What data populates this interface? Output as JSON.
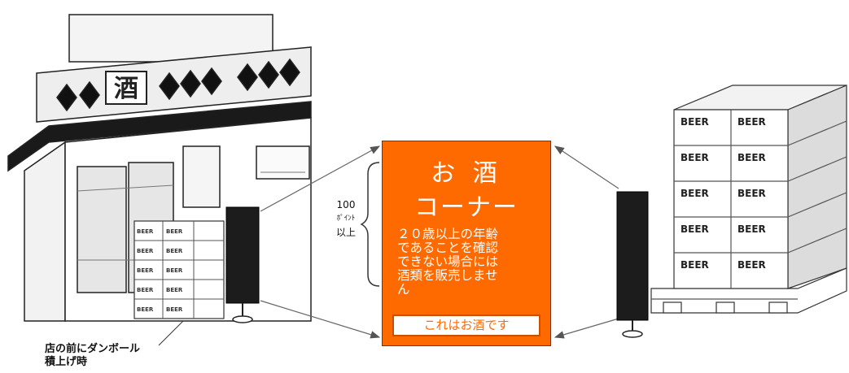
{
  "store": {
    "sign_char": "酒",
    "box_label": "BEER"
  },
  "pop_sign": {
    "title_line1": "お 酒",
    "title_line2": "コーナー",
    "body_lines": [
      "２０歳以上の年齢",
      "であることを確認",
      "できない場合には",
      "酒類を販売しませ",
      "ん"
    ],
    "button_label": "これはお酒です",
    "bg_color": "#ff6a00",
    "text_color": "#ffffff"
  },
  "points_note": {
    "line1": "100",
    "line2": "ﾎﾟｲﾝﾄ",
    "line3": "以上"
  },
  "caption": {
    "line1": "店の前にダンボール",
    "line2": "積上げ時"
  },
  "pallet": {
    "box_label": "BEER"
  }
}
